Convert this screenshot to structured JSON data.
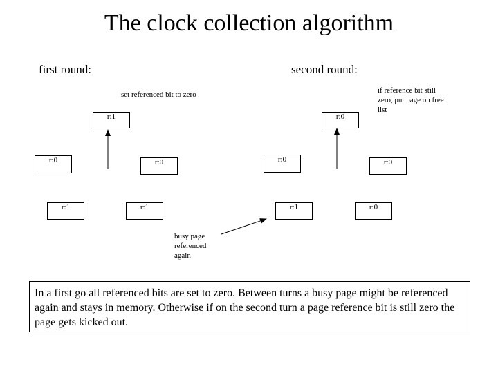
{
  "title": "The clock collection algorithm",
  "labels": {
    "first_round": "first round:",
    "second_round": "second round:"
  },
  "notes": {
    "set_bit_zero": "set referenced bit to zero",
    "reference_still_zero": "if reference bit still zero, put page on free list",
    "busy_page": "busy page referenced again"
  },
  "first_round_pages": {
    "top": "r:1",
    "left": "r:0",
    "right": "r:0",
    "bottom_left": "r:1",
    "bottom_right": "r:1"
  },
  "second_round_pages": {
    "top": "r:0",
    "left": "r:0",
    "right": "r:0",
    "bottom_left": "r:1",
    "bottom_right": "r:0"
  },
  "caption": "In a first go all referenced bits are set to zero. Between turns a busy page might be referenced again and stays in memory. Otherwise if on the second turn a page reference bit is still zero the page gets kicked out."
}
